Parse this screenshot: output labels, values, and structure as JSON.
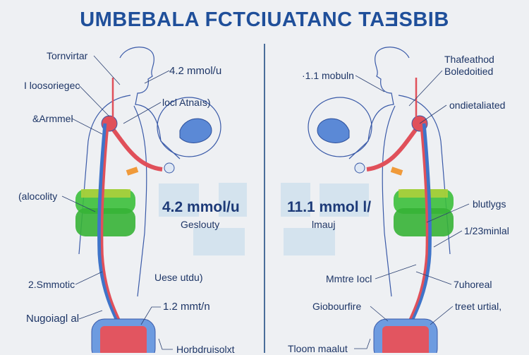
{
  "title": "UMBEBALA FCTCIUATANC TAƎSBIB",
  "left": {
    "labels": [
      "Tornvirtar",
      "4.2 mmol/u",
      "I loosoriegec",
      "locl Atnaıs)",
      "&Armmel",
      "(alocolity",
      "Uese utdu)",
      "2.Smmotic",
      "1.2 mmt/n",
      "Nugoiagl al",
      "Horbdruisolxt"
    ],
    "reading": {
      "value": "4.2 mmol/u",
      "caption": "Geslouty"
    }
  },
  "right": {
    "labels": [
      "Thafeathod",
      "Boledoitied",
      "·1.1 mobuln",
      "ondietaliated",
      "blutlygs",
      "1/23minlal",
      "Mmtre Iocl",
      "7uhoreal",
      "Giobourfire",
      "treet urtial,",
      "Tloom maalut"
    ],
    "reading": {
      "value": "11.1 mmol l/",
      "caption": "lmauj"
    }
  },
  "colors": {
    "title": "#1f4f9a",
    "artery": "#e0505a",
    "vein": "#3f74c9",
    "organ": "#3bbf3b",
    "outline": "#3a5aa8"
  }
}
